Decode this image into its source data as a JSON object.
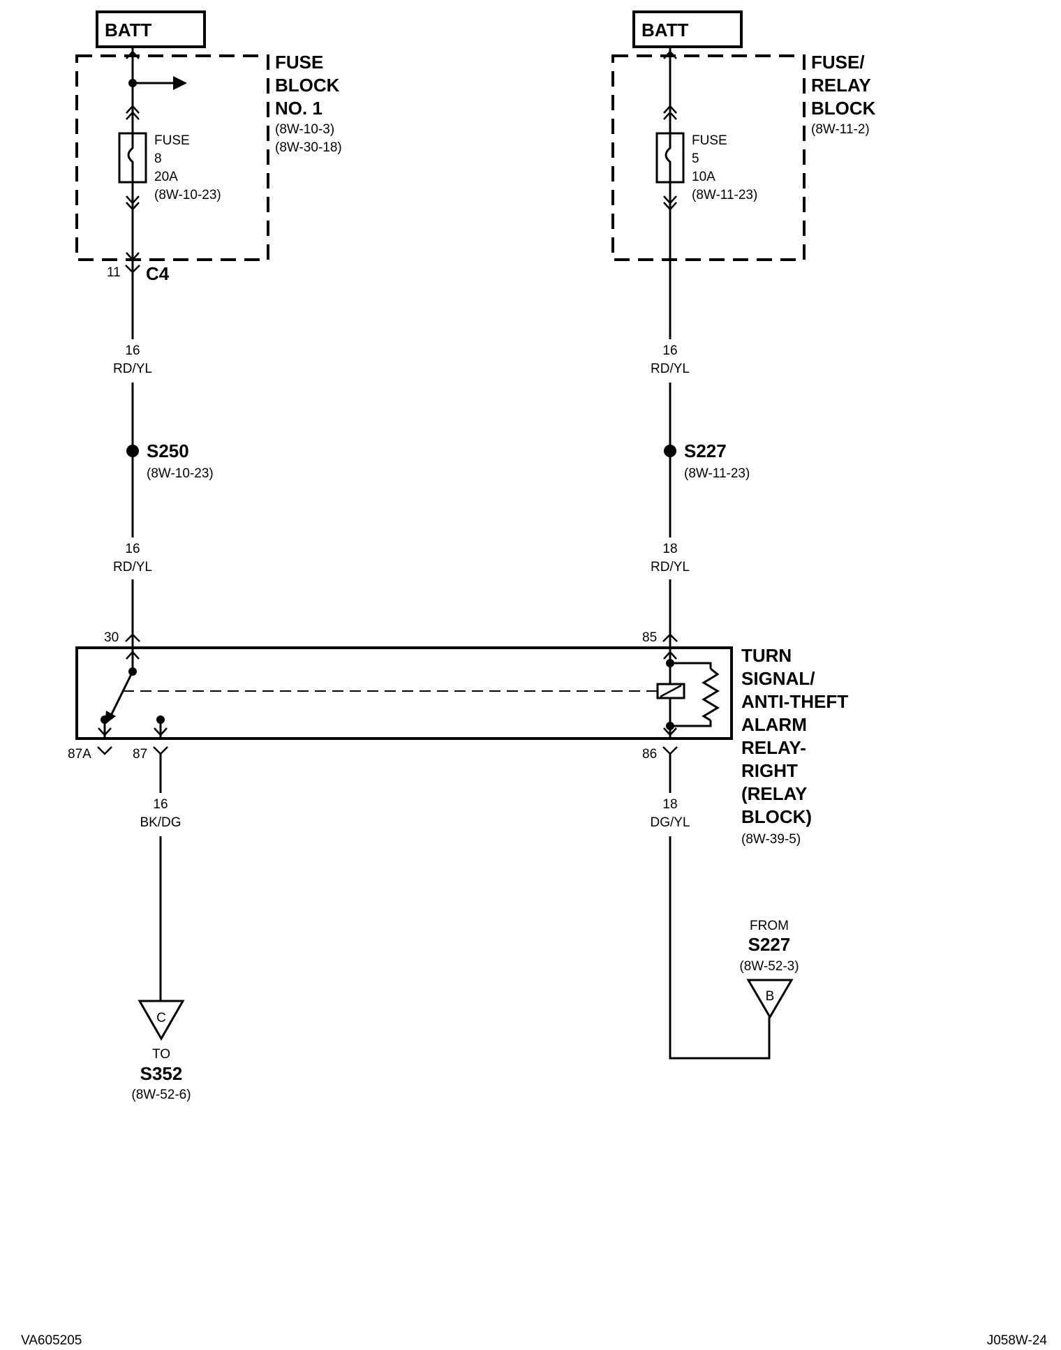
{
  "left_circuit": {
    "batt": "BATT",
    "block_title": [
      "FUSE",
      "BLOCK",
      "NO. 1"
    ],
    "block_refs": [
      "(8W-10-3)",
      "(8W-30-18)"
    ],
    "fuse_lines": [
      "FUSE",
      "8",
      "20A",
      "(8W-10-23)"
    ],
    "connector_pin": "11",
    "connector_name": "C4",
    "wire1_gauge": "16",
    "wire1_color": "RD/YL",
    "splice_name": "S250",
    "splice_ref": "(8W-10-23)",
    "wire2_gauge": "16",
    "wire2_color": "RD/YL",
    "pin_30": "30",
    "pin_87a": "87A",
    "pin_87": "87",
    "wire3_gauge": "16",
    "wire3_color": "BK/DG",
    "off_page_letter": "C",
    "to_label": "TO",
    "to_splice": "S352",
    "to_ref": "(8W-52-6)"
  },
  "right_circuit": {
    "batt": "BATT",
    "block_title": [
      "FUSE/",
      "RELAY",
      "BLOCK"
    ],
    "block_refs": [
      "(8W-11-2)"
    ],
    "fuse_lines": [
      "FUSE",
      "5",
      "10A",
      "(8W-11-23)"
    ],
    "wire1_gauge": "16",
    "wire1_color": "RD/YL",
    "splice_name": "S227",
    "splice_ref": "(8W-11-23)",
    "wire2_gauge": "18",
    "wire2_color": "RD/YL",
    "pin_85": "85",
    "pin_86": "86",
    "wire3_gauge": "18",
    "wire3_color": "DG/YL",
    "from_label": "FROM",
    "from_splice": "S227",
    "from_ref": "(8W-52-3)",
    "off_page_letter": "B"
  },
  "relay": {
    "title_lines": [
      "TURN",
      "SIGNAL/",
      "ANTI-THEFT",
      "ALARM",
      "RELAY-",
      "RIGHT",
      "(RELAY",
      "BLOCK)"
    ],
    "ref": "(8W-39-5)"
  },
  "footer": {
    "left_code": "VA605205",
    "right_code": "J058W-24"
  }
}
